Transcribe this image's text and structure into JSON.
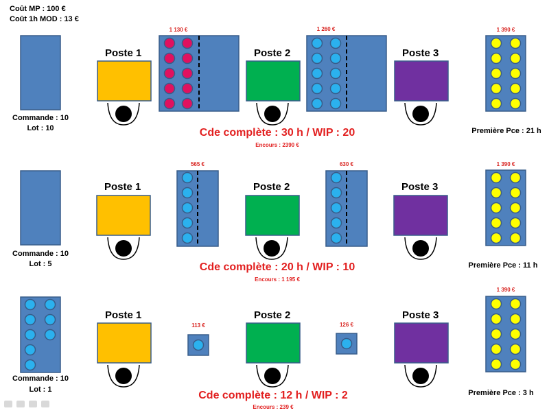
{
  "header": {
    "cout_mp": "Coût MP : 100 €",
    "cout_mod": "Coût 1h MOD : 13 €"
  },
  "postes": {
    "p1": "Poste 1",
    "p2": "Poste 2",
    "p3": "Poste 3"
  },
  "colors": {
    "batch": "#4f81bd",
    "poste1": "#ffc000",
    "poste2": "#00b050",
    "poste3": "#7030a0",
    "wip1": "#e0115f",
    "piece": "#2bb1ee",
    "finished": "#ffff00",
    "accent": "#e21f1f"
  },
  "scenarios": [
    {
      "commande": "Commande : 10",
      "lot": "Lot : 10",
      "price1": "1 130 €",
      "price2": "1 260 €",
      "price3": "1 390 €",
      "result": "Cde complète : 30 h / WIP : 20",
      "encours": "Encours : 2390 €",
      "premiere": "Première Pce : 21 h"
    },
    {
      "commande": "Commande : 10",
      "lot": "Lot : 5",
      "price1": "565 €",
      "price2": "630 €",
      "price3": "1 390 €",
      "result": "Cde complète : 20 h / WIP : 10",
      "encours": "Encours : 1 195 €",
      "premiere": "Première Pce : 11 h"
    },
    {
      "commande": "Commande : 10",
      "lot": "Lot : 1",
      "price1": "113 €",
      "price2": "126 €",
      "price3": "1 390 €",
      "result": "Cde complète : 12 h / WIP : 2",
      "encours": "Encours : 239 €",
      "premiere": "Première Pce : 3 h"
    }
  ]
}
